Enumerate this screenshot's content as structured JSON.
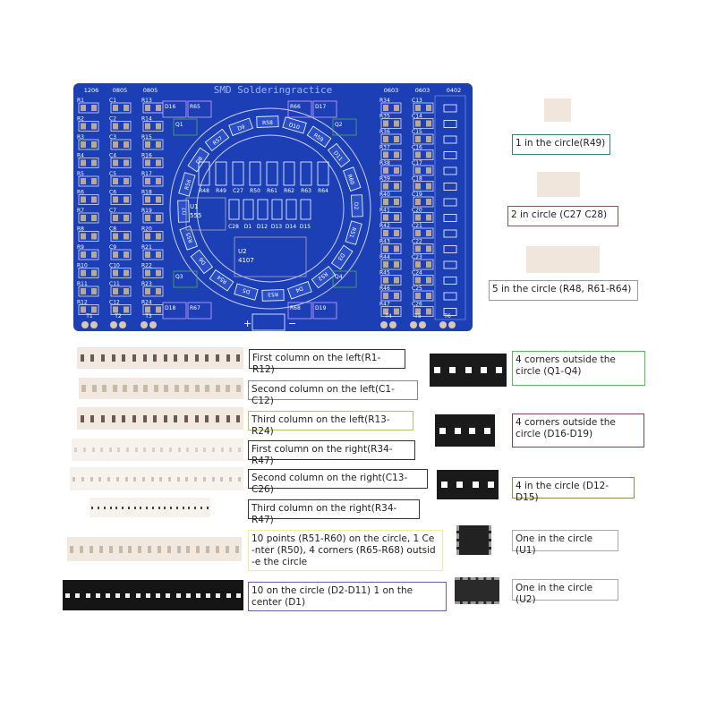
{
  "board": {
    "title": "SMD Solderingractice",
    "size_labels": [
      "1206",
      "0805",
      "0805",
      "0603",
      "0603",
      "0402"
    ],
    "col1": [
      "R1",
      "R2",
      "R3",
      "R4",
      "R5",
      "R6",
      "R7",
      "R8",
      "R9",
      "R10",
      "R11",
      "R12"
    ],
    "col2": [
      "C1",
      "C2",
      "C3",
      "C4",
      "C5",
      "C6",
      "C7",
      "C8",
      "C9",
      "C10",
      "C11",
      "C12"
    ],
    "col3": [
      "R13",
      "R14",
      "R15",
      "R16",
      "R17",
      "R18",
      "R19",
      "R20",
      "R21",
      "R22",
      "R23",
      "R24"
    ],
    "col4": [
      "R34",
      "R35",
      "R36",
      "R37",
      "R38",
      "R39",
      "R40",
      "R41",
      "R42",
      "R43",
      "R44",
      "R45",
      "R46",
      "R47"
    ],
    "col5": [
      "C13",
      "C14",
      "C15",
      "C16",
      "C17",
      "C18",
      "C19",
      "C20",
      "C21",
      "C22",
      "C23",
      "C24",
      "C25",
      "C26"
    ],
    "corners": [
      "D16",
      "R65",
      "R66",
      "D17",
      "Q1",
      "Q2",
      "Q3",
      "Q4",
      "D18",
      "R67",
      "R68",
      "D19"
    ],
    "ring": [
      "D2",
      "R51",
      "D3",
      "R52",
      "D4",
      "R53",
      "D5",
      "R54",
      "D6",
      "R55",
      "D7",
      "R56",
      "D8",
      "R57",
      "D9",
      "R58",
      "D10",
      "R59",
      "D11",
      "R60"
    ],
    "center": [
      "R48",
      "R49",
      "C27",
      "R50",
      "R61",
      "R62",
      "R63",
      "R64"
    ],
    "center_bottom": [
      "C28",
      "D1",
      "D12",
      "D13",
      "D14",
      "D15"
    ],
    "u1": [
      "U1",
      "555"
    ],
    "u2": [
      "U2",
      "4107"
    ],
    "terminals": [
      "T1",
      "T2",
      "T3",
      "T4",
      "T5",
      "T6"
    ],
    "plus": "+",
    "minus": "−",
    "color": "#1c3fb5"
  },
  "top_right": [
    {
      "caption": "1 in the circle(R49)",
      "border": "#3a8070"
    },
    {
      "caption": "2 in circle (C27 C28)",
      "border": "#7a5a50"
    },
    {
      "caption": "5 in the circle (R48, R61-R64)",
      "border": "#999999"
    }
  ],
  "left_captions": [
    {
      "text": "First column on the left(R1-R12)",
      "border": "#333333"
    },
    {
      "text": "Second column on the left(C1-C12)",
      "border": "#888888"
    },
    {
      "text": "Third column on the left(R13-R24)",
      "border": "#b9c070"
    },
    {
      "text": "First column on the right(R34-R47)",
      "border": "#333333"
    },
    {
      "text": "Second column on the right(C13-C26)",
      "border": "#333333"
    },
    {
      "text": "Third column on the right(R34-R47)",
      "border": "#333333"
    },
    {
      "text": "10 points (R51-R60) on the circle, 1 Ce -nter (R50), 4 corners (R65-R68) outsid -e the circle",
      "border": "#eef09a"
    },
    {
      "text": "10 on the circle (D2-D11) 1 on the center (D1)",
      "border": "#7a5a9a"
    }
  ],
  "right_captions": [
    {
      "text": "4 corners outside the circle (Q1-Q4)",
      "border": "#5cb85c"
    },
    {
      "text": "4 corners outside the circle (D16-D19)",
      "border": "#7a4a4a"
    },
    {
      "text": "4 in the circle (D12-D15)",
      "border": "#8a8a50"
    },
    {
      "text": "One in the circle (U1)",
      "border": "#aaaaaa"
    },
    {
      "text": "One in the circle (U2)",
      "border": "#aaaaaa"
    }
  ]
}
